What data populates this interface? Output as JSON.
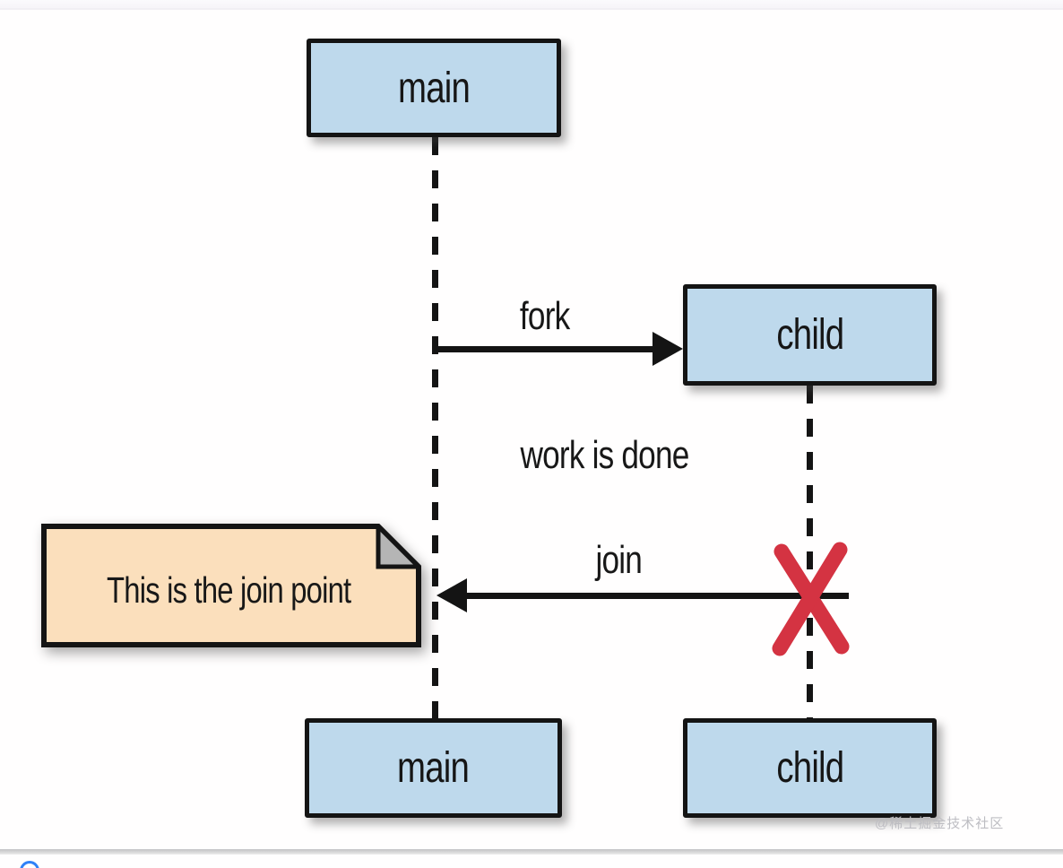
{
  "diagram": {
    "type": "sequence",
    "actors": [
      {
        "id": "top-main",
        "label": "main"
      },
      {
        "id": "top-child",
        "label": "child"
      },
      {
        "id": "bottom-main",
        "label": "main"
      },
      {
        "id": "bottom-child",
        "label": "child"
      }
    ],
    "messages": {
      "fork": "fork",
      "work_done": "work is done",
      "join": "join"
    },
    "note": {
      "text": "This is the join point"
    }
  },
  "watermark": {
    "text": "@稀土掘金技术社区"
  },
  "colors": {
    "actor_fill": "#bed9ec",
    "actor_border": "#141414",
    "note_fill": "#fbdfbc",
    "note_fold": "#b5b5b5",
    "cross_red": "#d43342",
    "line_ink": "#141414"
  }
}
